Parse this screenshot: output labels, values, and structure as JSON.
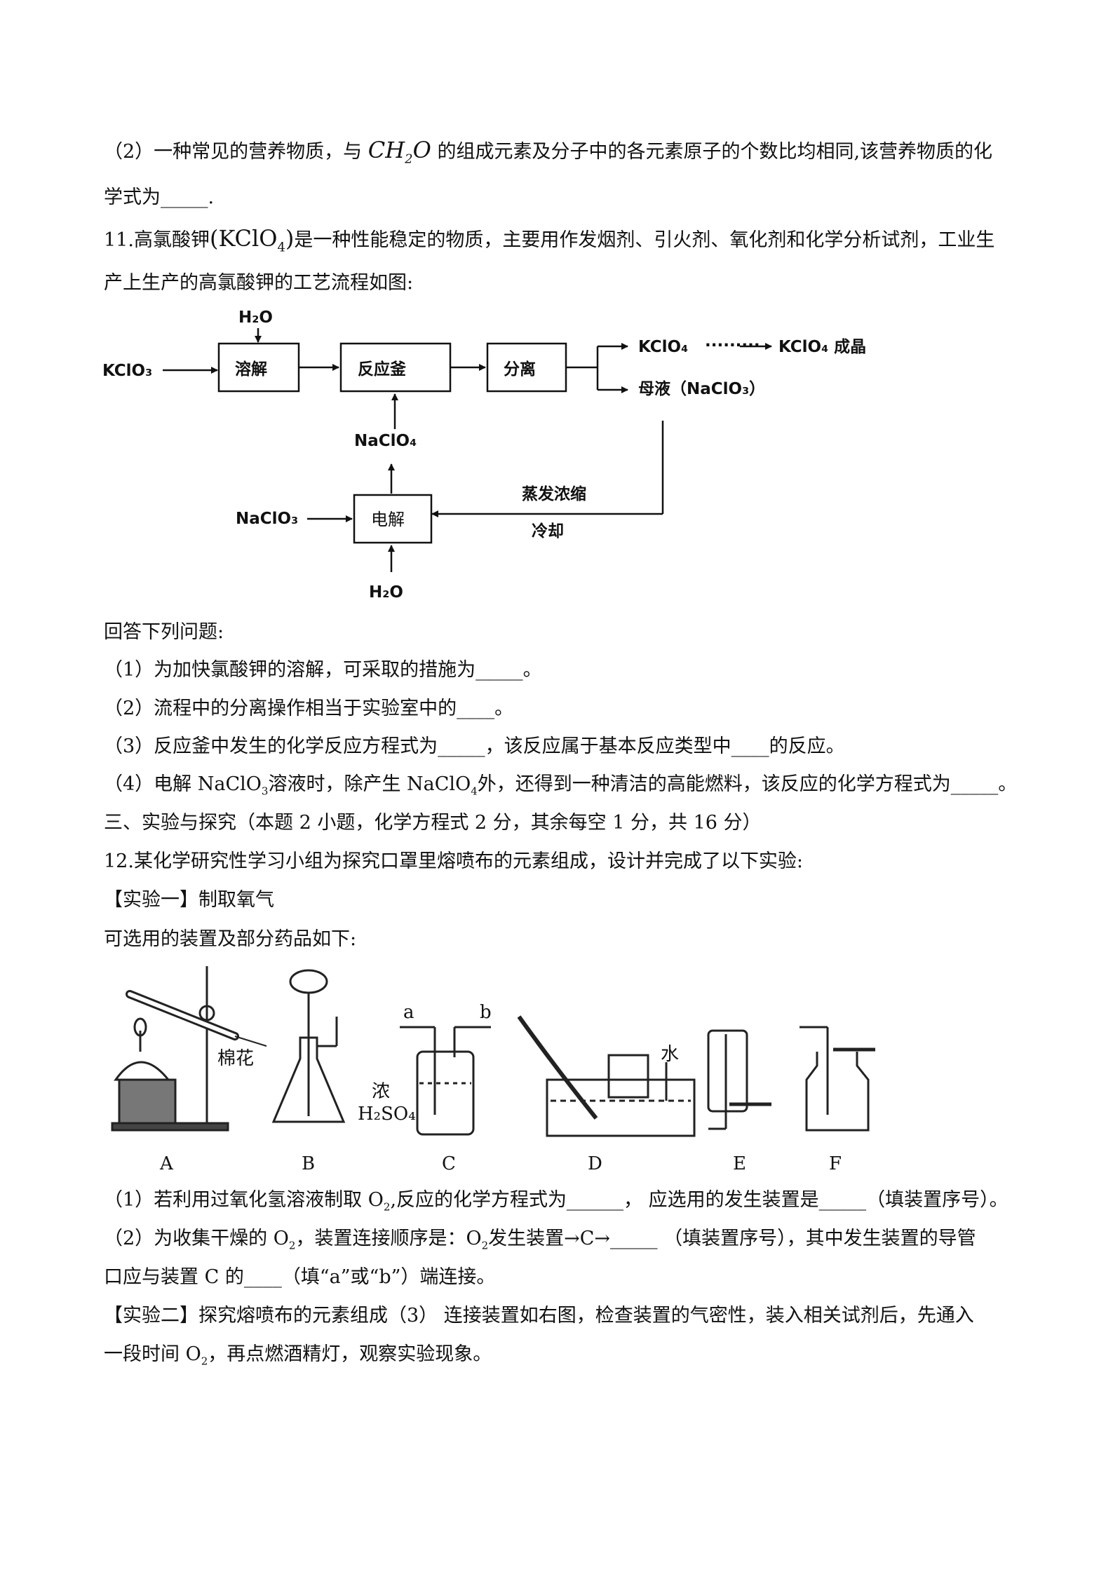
{
  "q10": {
    "part2_line1_a": "（2）一种常见的营养物质，与",
    "formula_ch": "CH",
    "formula_sub": "2",
    "formula_o": "O",
    "part2_line1_b": "的组成元素及分子中的各元素原子的个数比均相同,该营养物质的化",
    "part2_line2": "学式为_____."
  },
  "q11": {
    "intro_line1_a": "11.高氯酸钾",
    "intro_formula": "(KClO",
    "intro_formula_sub": "4",
    "intro_formula_close": ")",
    "intro_line1_b": "是一种性能稳定的物质，主要用作发烟剂、引火剂、氧化剂和化学分析试剂，工业生",
    "intro_line2": "产上生产的高氯酸钾的工艺流程如图:",
    "flow": {
      "h2o_top": "H₂O",
      "kclo3_in": "KClO₃",
      "box_dissolve": "溶解",
      "box_reactor": "反应釜",
      "box_separate": "分离",
      "kclo4_out": "KClO₄",
      "dots_arrow": "·········",
      "kclo4_crystal": "KClO₄ 成晶",
      "mother_liquor": "母液（NaClO₃）",
      "naclo4": "NaClO₄",
      "evap": "蒸发浓缩",
      "cool": "冷却",
      "naclo3_in": "NaClO₃",
      "box_electrolysis": "电解",
      "h2o_bottom": "H₂O"
    },
    "answer_prompt": "回答下列问题:",
    "q1": "（1）为加快氯酸钾的溶解，可采取的措施为_____。",
    "q2": "（2）流程中的分离操作相当于实验室中的____。",
    "q3": "（3）反应釜中发生的化学反应方程式为_____，该反应属于基本反应类型中____的反应。",
    "q4_a": "（4）电解 NaClO",
    "q4_sub3": "3",
    "q4_b": "溶液时，除产生 NaClO",
    "q4_sub4": "4",
    "q4_c": "外，还得到一种清洁的高能燃料，该反应的化学方程式为_____。"
  },
  "section3": {
    "heading": "三、实验与探究（本题 2 小题，化学方程式 2 分，其余每空 1 分，共 16 分）"
  },
  "q12": {
    "intro": "12.某化学研究性学习小组为探究口罩里熔喷布的元素组成，设计并完成了以下实验:",
    "exp1_title": "【实验一】制取氧气",
    "exp1_sub": "可选用的装置及部分药品如下:",
    "apparatus": {
      "cotton": "棉花",
      "conc": "浓",
      "h2so4": "H₂SO₄",
      "a": "a",
      "b": "b",
      "water": "水",
      "labels": [
        "A",
        "B",
        "C",
        "D",
        "E",
        "F"
      ]
    },
    "p1_a": "（1）若利用过氧化氢溶液制取 O",
    "p1_sub": "2",
    "p1_b": ",反应的化学方程式为______， 应选用的发生装置是_____（填装置序号）。",
    "p2_a": "（2）为收集干燥的 O",
    "p2_sub": "2",
    "p2_b": "，装置连接顺序是：O",
    "p2_sub2": "2",
    "p2_c": "发生装置→C→_____ （填装置序号），其中发生装置的导管",
    "p2_line2": "口应与装置 C 的____（填“a”或“b”）端连接。",
    "exp2_a": "【实验二】探究熔喷布的元素组成（3） 连接装置如右图，检查装置的气密性，装入相关试剂后，先通入",
    "exp2_b_a": "一段时间 O",
    "exp2_b_sub": "2",
    "exp2_b_b": "，再点燃酒精灯，观察实验现象。"
  }
}
